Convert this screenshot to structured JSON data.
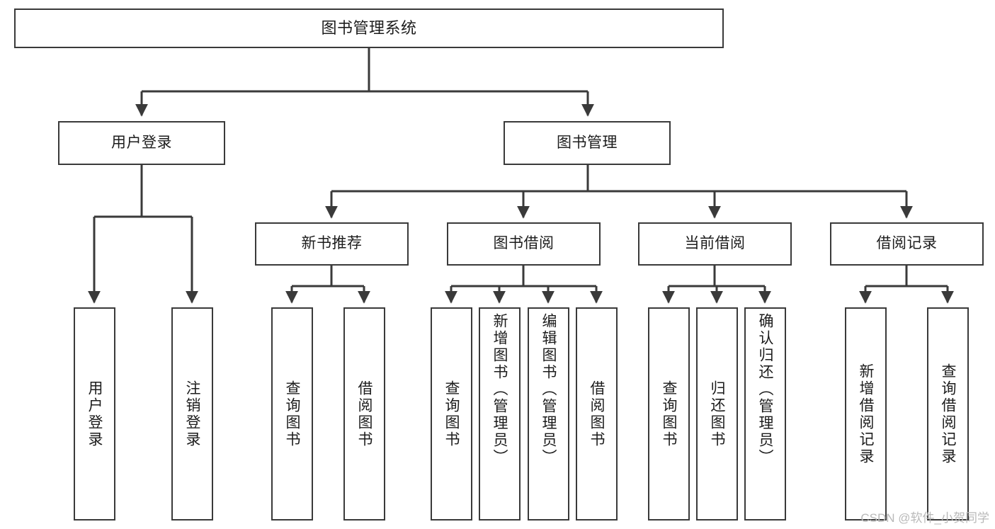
{
  "diagram": {
    "type": "tree-hierarchy",
    "title": "图书管理系统",
    "orientation": "top-down",
    "edge_style": "orthogonal-with-arrowheads",
    "colors": {
      "node_border": "#3a3a3a",
      "node_fill": "#ffffff",
      "edge": "#3a3a3a",
      "text": "#1c1c1c",
      "background": "#ffffff",
      "watermark": "#b9b9b9"
    },
    "root": {
      "label": "图书管理系统"
    },
    "level2": [
      {
        "label": "用户登录"
      },
      {
        "label": "图书管理"
      }
    ],
    "level3": [
      {
        "label": "新书推荐"
      },
      {
        "label": "图书借阅"
      },
      {
        "label": "当前借阅"
      },
      {
        "label": "借阅记录"
      }
    ],
    "leaves": {
      "user_login": [
        {
          "label": "用户登录"
        },
        {
          "label": "注销登录"
        }
      ],
      "new_book_recommend": [
        {
          "label": "查询图书"
        },
        {
          "label": "借阅图书"
        }
      ],
      "book_borrow": [
        {
          "label": "查询图书"
        },
        {
          "label": "新增图书（管理员）"
        },
        {
          "label": "编辑图书（管理员）"
        },
        {
          "label": "借阅图书"
        }
      ],
      "current_borrow": [
        {
          "label": "查询图书"
        },
        {
          "label": "归还图书"
        },
        {
          "label": "确认归还（管理员）"
        }
      ],
      "borrow_records": [
        {
          "label": "新增借阅记录"
        },
        {
          "label": "查询借阅记录"
        }
      ]
    }
  },
  "watermark": {
    "text": "CSDN @软件_小贺同学"
  }
}
